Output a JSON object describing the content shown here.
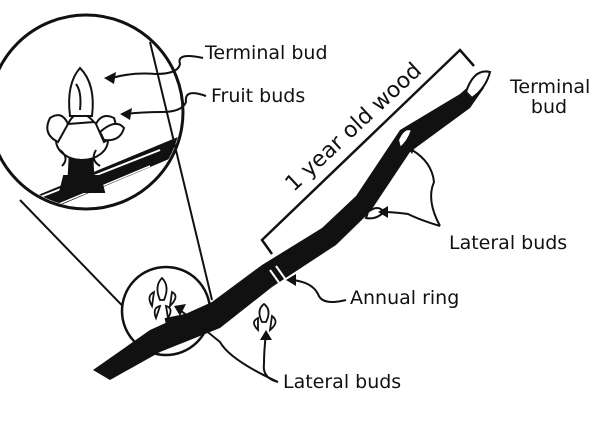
{
  "labels": {
    "terminal_bud_inset": "Terminal bud",
    "fruit_buds": "Fruit buds",
    "terminal_bud_tip": "Terminal bud",
    "wood_age": "1 year old wood",
    "lateral_buds_upper": "Lateral buds",
    "annual_ring": "Annual ring",
    "lateral_buds_lower": "Lateral buds"
  },
  "colors": {
    "ink": "#111111",
    "background": "#ffffff"
  }
}
